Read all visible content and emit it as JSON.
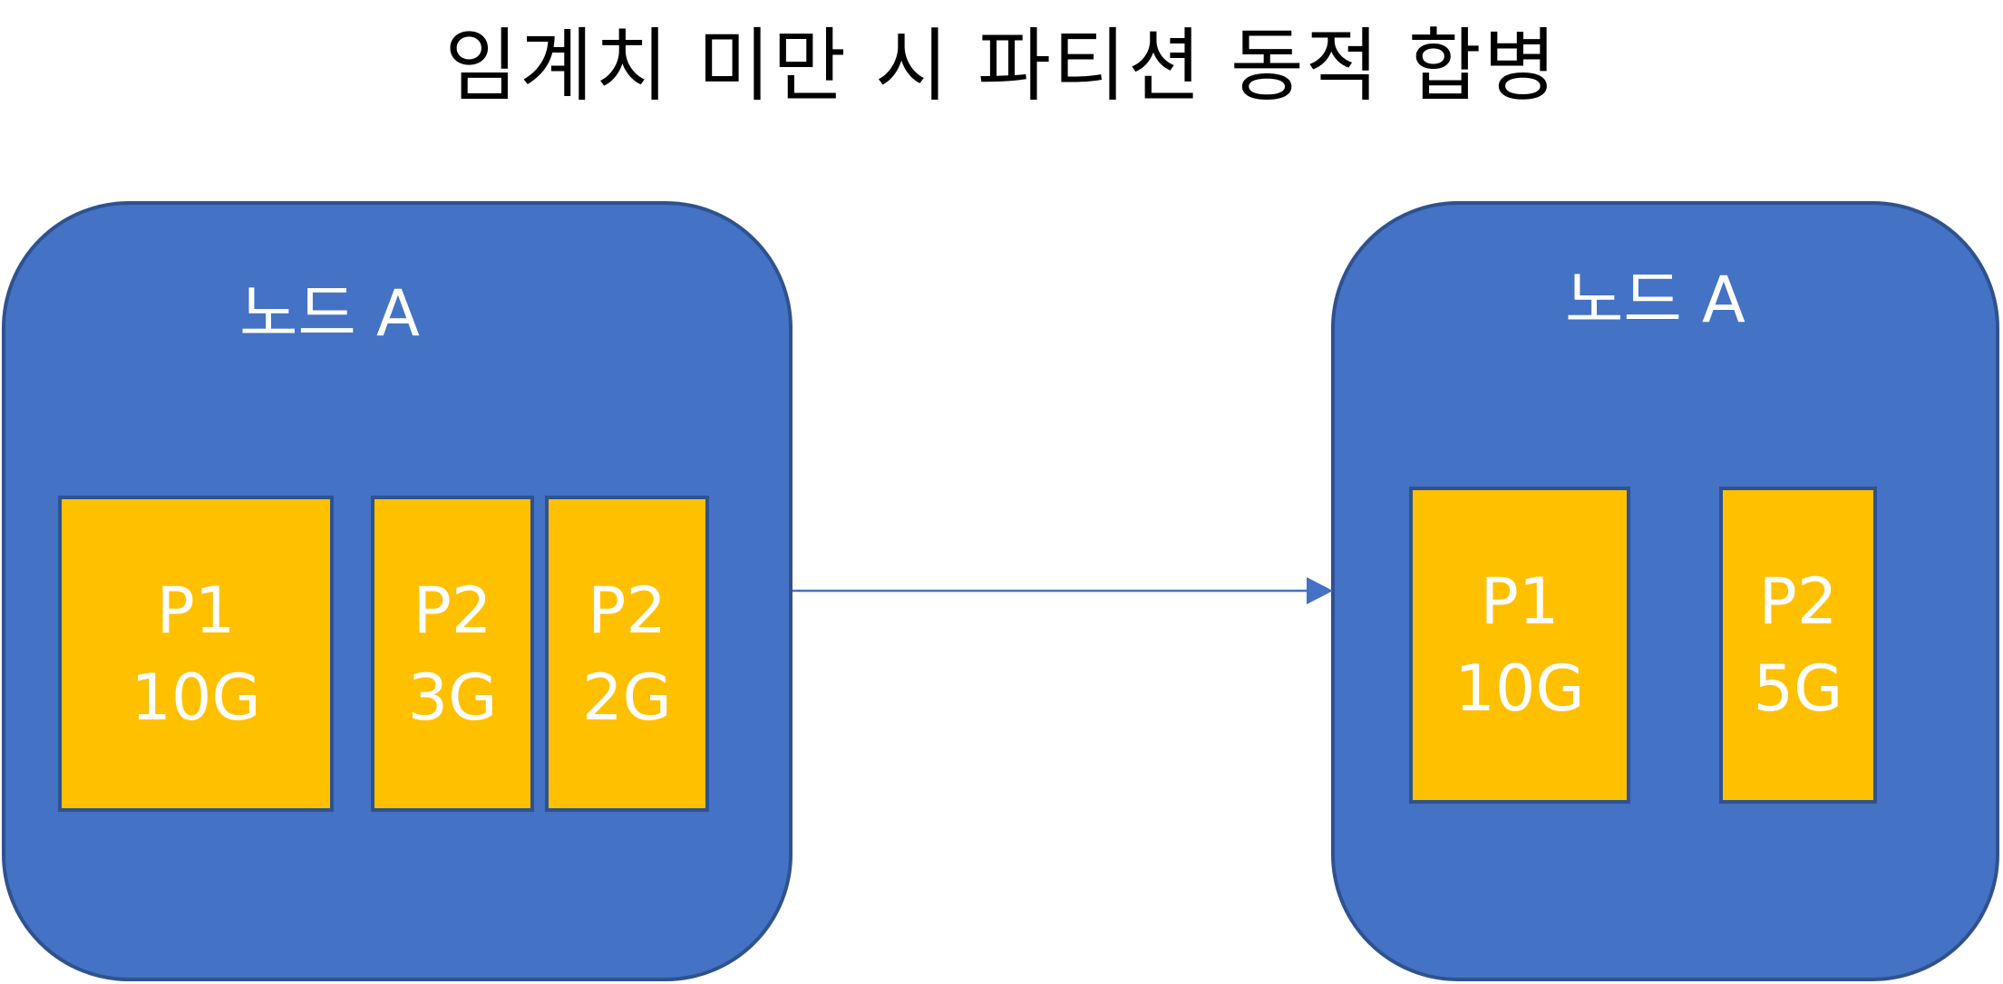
{
  "title": "임계치 미만 시 파티션 동적 합병",
  "colors": {
    "node_fill": "#4472C4",
    "node_border": "#2F528F",
    "partition_fill": "#FFC000",
    "text_light": "#ffffff",
    "title_text": "#000000",
    "arrow": "#4472C4"
  },
  "before": {
    "node_label": "노드 A",
    "partitions": [
      {
        "name": "P1",
        "size": "10G"
      },
      {
        "name": "P2",
        "size": "3G"
      },
      {
        "name": "P2",
        "size": "2G"
      }
    ]
  },
  "after": {
    "node_label": "노드 A",
    "partitions": [
      {
        "name": "P1",
        "size": "10G"
      },
      {
        "name": "P2",
        "size": "5G"
      }
    ]
  }
}
